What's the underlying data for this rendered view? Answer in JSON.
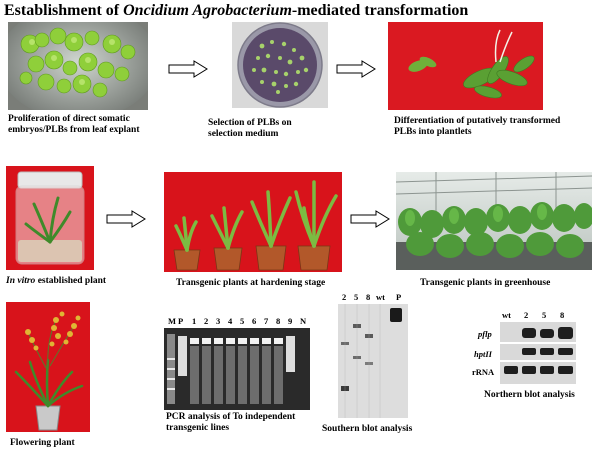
{
  "title": {
    "prefix": "Establishment of ",
    "italic": "Oncidium Agrobacterium",
    "suffix": "-mediated transformation"
  },
  "captions": {
    "plb_proliferation": "Proliferation of direct somatic embryos/PLBs from leaf explant",
    "plb_selection": "Selection of PLBs on selection medium",
    "differentiation": "Differentiation of putatively transformed PLBs into plantlets",
    "in_vitro_italic": "In vitro",
    "in_vitro_rest": " established plant",
    "hardening": "Transgenic plants at hardening stage",
    "greenhouse": "Transgenic plants in greenhouse",
    "flowering": "Flowering plant",
    "pcr": "PCR analysis of To independent transgenic lines",
    "southern": "Southern blot analysis",
    "northern": "Northern blot analysis"
  },
  "pcr_lanes": [
    "M",
    "P",
    "1",
    "2",
    "3",
    "4",
    "5",
    "6",
    "7",
    "8",
    "9",
    "N"
  ],
  "southern_lanes": [
    "2",
    "5",
    "8",
    "wt",
    "P"
  ],
  "northern": {
    "lanes": [
      "wt",
      "2",
      "5",
      "8"
    ],
    "rows": [
      "pflp",
      "hptII",
      "rRNA"
    ]
  },
  "colors": {
    "plant_red_bg": "#d8131b",
    "plb_green": "#8fcf3a",
    "gel_bg": "#2a2a2a"
  }
}
